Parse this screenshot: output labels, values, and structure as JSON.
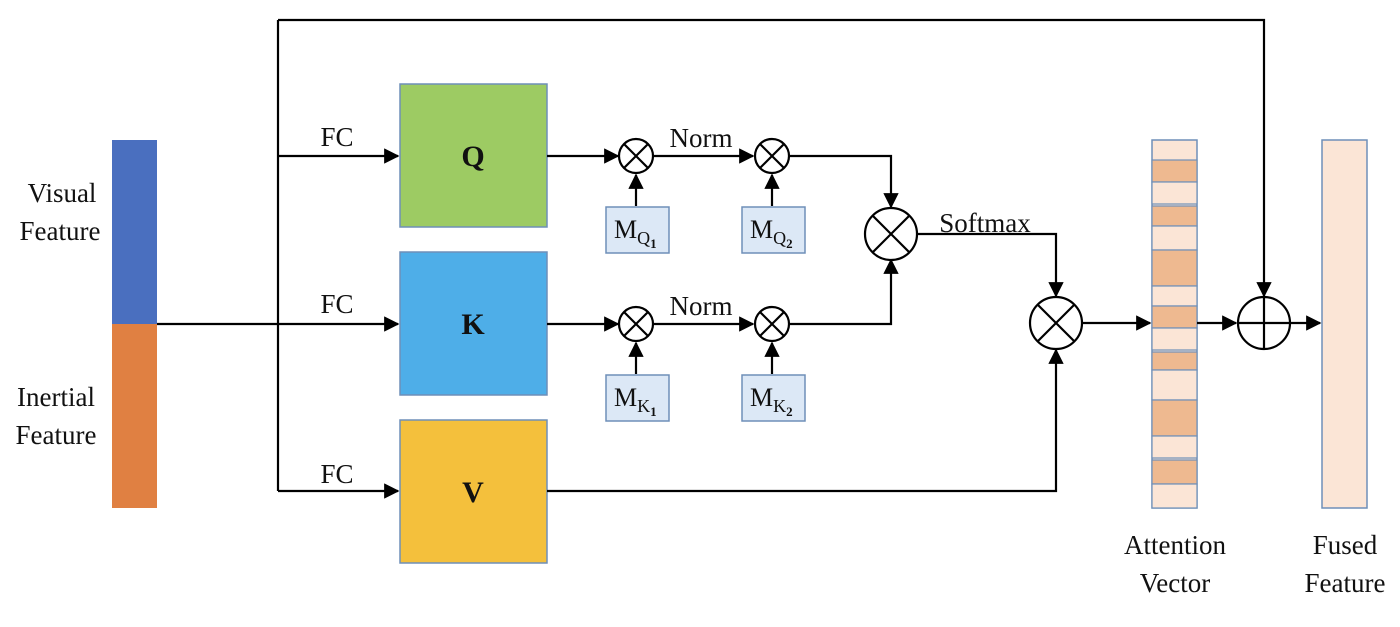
{
  "inputs": {
    "visual_label_1": "Visual",
    "visual_label_2": "Feature",
    "inertial_label_1": "Inertial",
    "inertial_label_2": "Feature"
  },
  "branches": {
    "fc_label": "FC",
    "q_label": "Q",
    "k_label": "K",
    "v_label": "V"
  },
  "ops": {
    "norm_label": "Norm",
    "softmax_label": "Softmax"
  },
  "masks": {
    "m_letter": "M",
    "q1_sub": "Q",
    "q1_subsub": "1",
    "q2_sub": "Q",
    "q2_subsub": "2",
    "k1_sub": "K",
    "k1_subsub": "1",
    "k2_sub": "K",
    "k2_subsub": "2"
  },
  "outputs": {
    "attention_label_1": "Attention",
    "attention_label_2": "Vector",
    "fused_label_1": "Fused",
    "fused_label_2": "Feature"
  },
  "colors": {
    "visual": "#4a6fbf",
    "inertial": "#e08042",
    "q_box": "#9dcb63",
    "k_box": "#4eaee8",
    "v_box": "#f4c03c",
    "mask_box": "#dce8f6",
    "attention_dark": "#eeb990",
    "attention_light": "#fbe5d6",
    "fused": "#fbe5d6"
  }
}
